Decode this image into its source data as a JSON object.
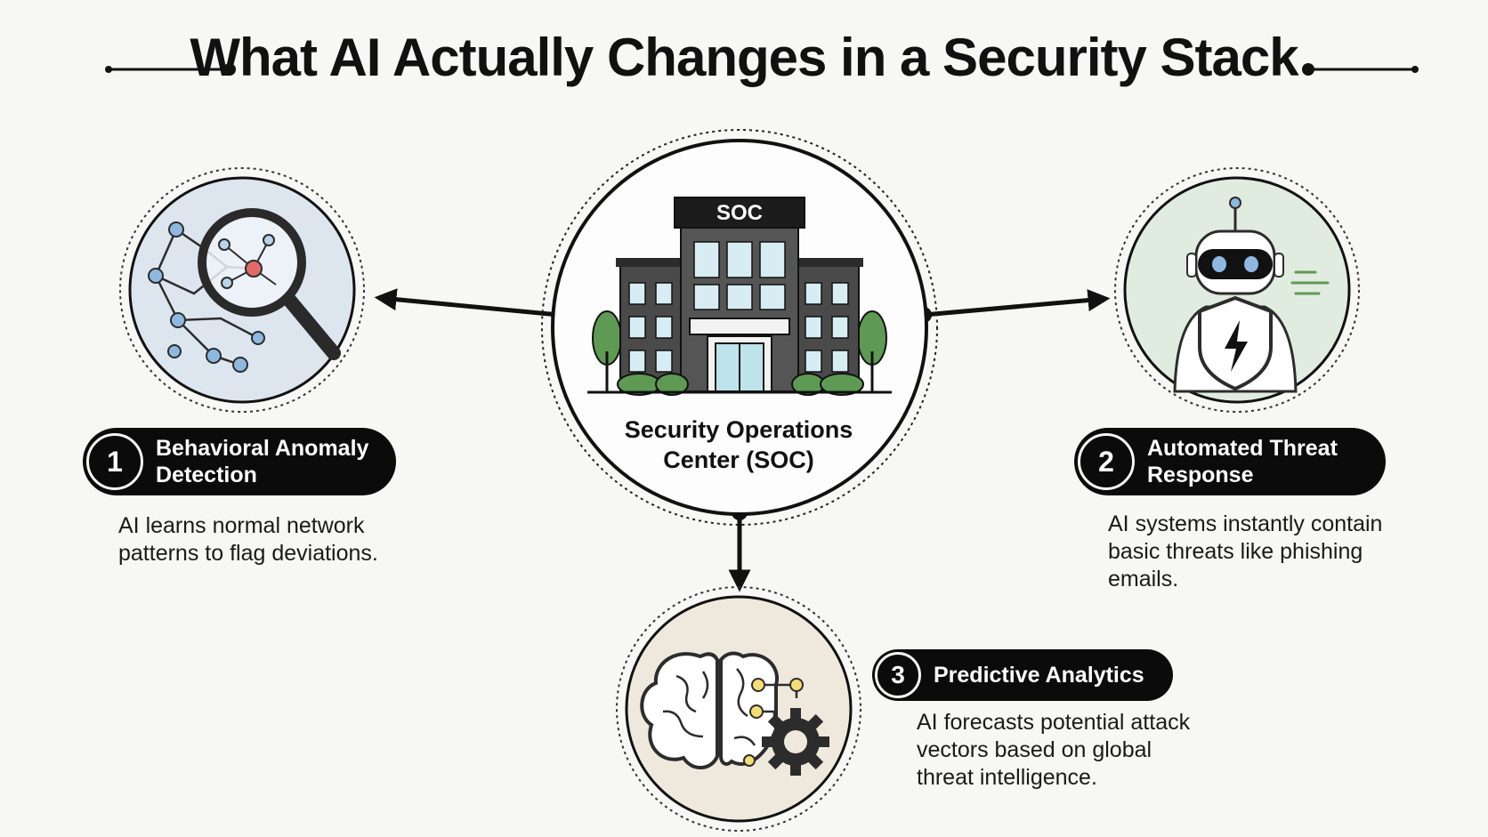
{
  "title": "What AI Actually Changes in a Security Stack",
  "center": {
    "sign": "SOC",
    "label_line1": "Security Operations",
    "label_line2": "Center (SOC)",
    "icon": "office-building-icon"
  },
  "items": [
    {
      "number": "1",
      "title_line1": "Behavioral Anomaly",
      "title_line2": "Detection",
      "desc_lines": [
        "AI learns normal network",
        "patterns to flag deviations."
      ],
      "icon": "magnifier-network-icon",
      "bg_color": "#dde6ef"
    },
    {
      "number": "2",
      "title_line1": "Automated Threat",
      "title_line2": "Response",
      "desc_lines": [
        "AI systems instantly contain",
        "basic threats like phishing",
        "emails."
      ],
      "icon": "robot-shield-icon",
      "bg_color": "#e1ece1"
    },
    {
      "number": "3",
      "title_line1": "Predictive Analytics",
      "desc_lines": [
        "AI forecasts potential attack",
        "vectors based on global",
        "threat intelligence."
      ],
      "icon": "brain-gear-icon",
      "bg_color": "#efe9dd"
    }
  ],
  "colors": {
    "pill": "#0b0b0b",
    "tree_green": "#5f9a55",
    "window_blue": "#d7edf3",
    "building_gray": "#4a4a4a",
    "alert_red": "#e06a6a",
    "node_blue": "#8eb8e0",
    "node_yellow": "#f4dd79"
  }
}
